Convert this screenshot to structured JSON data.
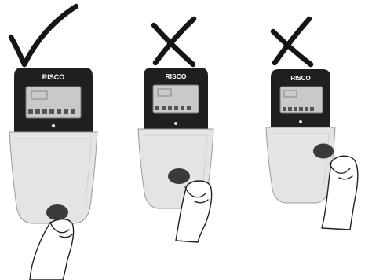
{
  "colors": {
    "mark_stroke": "#151515",
    "keypad_top": "#1f1f1f",
    "keypad_body": "#e4e4e4",
    "keypad_body_shadow": "#cfcfcf",
    "screen": "#c9c9c9",
    "tag": "#3a3a3a",
    "hand_fill": "#ffffff",
    "hand_stroke": "#222222"
  },
  "panels": [
    {
      "id": "correct",
      "brand": "RISCO",
      "status_mark": "check-icon",
      "tag_position": "below-keypad"
    },
    {
      "id": "wrong-center",
      "brand": "RISCO",
      "status_mark": "cross-icon",
      "tag_position": "keypad-center"
    },
    {
      "id": "wrong-upper",
      "brand": "RISCO",
      "status_mark": "cross-icon",
      "tag_position": "keypad-upper-right"
    }
  ]
}
